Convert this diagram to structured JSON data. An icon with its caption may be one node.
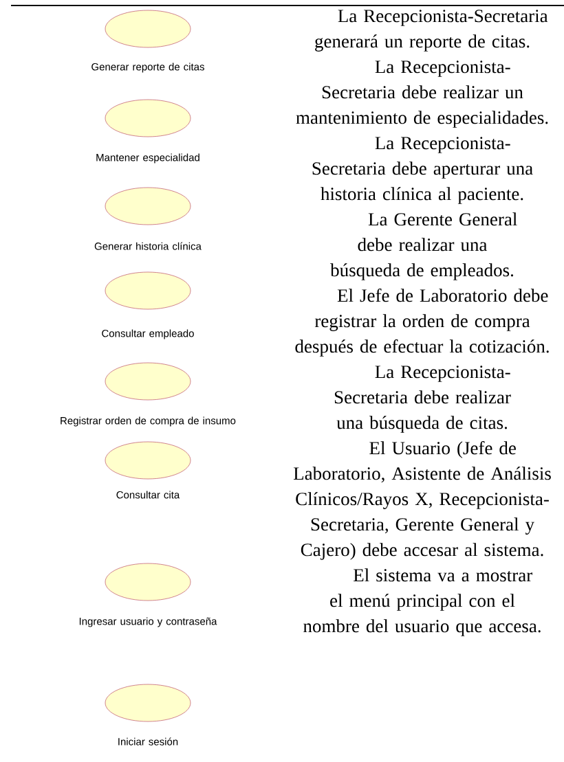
{
  "diagram": {
    "nodes": [
      {
        "text": [
          "Generar reporte de citas"
        ]
      },
      {
        "text": [
          "Mantener especialidad"
        ]
      },
      {
        "text": [
          "Generar historia clínica"
        ]
      },
      {
        "text": [
          "Consultar empleado"
        ]
      },
      {
        "text": [
          "Registrar orden de compra de insumo"
        ]
      },
      {
        "text": [
          "Consultar cita"
        ]
      },
      {
        "text": [
          "Ingresar usuario y contraseña"
        ]
      },
      {
        "text": [
          "Iniciar sesión"
        ]
      }
    ],
    "labels": [
      "La Recepcionista-Secretaria generará un reporte de citas.",
      "La Recepcionista-Secretaria debe realizar un mantenimiento de especialidades.",
      "La Recepcionista-Secretaria debe aperturar una historia clínica al paciente.",
      "La Gerente General debe realizar una búsqueda de empleados.",
      "El Jefe de Laboratorio debe registrar la orden de compra después de efectuar la cotización.",
      "La Recepcionista-Secretaria debe realizar una búsqueda de citas.",
      "El Usuario (Jefe de Laboratorio, Asistente de Análisis Clínicos/Rayos X, Recepcionista-Secretaria, Gerente General y Cajero) debe accesar al sistema.",
      "El sistema va a mostrar el menú principal con el nombre del usuario que accesa."
    ]
  }
}
